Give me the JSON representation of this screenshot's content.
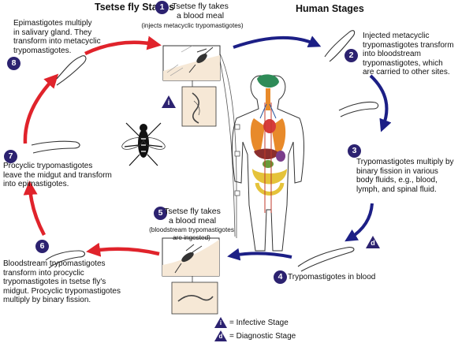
{
  "headers": {
    "tsetse": "Tsetse fly Stages",
    "human": "Human Stages"
  },
  "stages": [
    {
      "num": "1",
      "title": "Tsetse fly takes\na blood meal",
      "note": "(injects metacyclic trypomastigotes)"
    },
    {
      "num": "2",
      "text": "Injected metacyclic\ntrypomastigotes transform\ninto bloodstream\ntrypomastigotes, which\nare carried to other sites."
    },
    {
      "num": "3",
      "text": "Trypomastigotes multiply by\nbinary fission in various\nbody fluids, e.g., blood,\nlymph, and spinal fluid."
    },
    {
      "num": "4",
      "text": "Trypomastigotes in blood"
    },
    {
      "num": "5",
      "title": "Tsetse fly takes\na blood meal",
      "note": "(bloodstream trypomastigotes\nare ingested)"
    },
    {
      "num": "6",
      "text": "Bloodstream trypomastigotes\ntransform into procyclic\ntrypomastigotes in tsetse fly's\nmidgut. Procyclic trypomastigotes\nmultiply by binary fission."
    },
    {
      "num": "7",
      "text": "Procyclic trypomastigotes\nleave the midgut and transform\ninto epimastigotes."
    },
    {
      "num": "8",
      "text": "Epimastigotes multiply\nin salivary gland. They\ntransform into metacyclic\ntrypomastigotes."
    }
  ],
  "legend": {
    "infective_symbol": "i",
    "infective_label": "= Infective Stage",
    "diagnostic_symbol": "d",
    "diagnostic_label": "= Diagnostic Stage"
  },
  "colors": {
    "arrow_red": "#e0232b",
    "arrow_blue": "#1c1f86",
    "badge": "#2c2270",
    "panel": "#f6e8d6"
  }
}
